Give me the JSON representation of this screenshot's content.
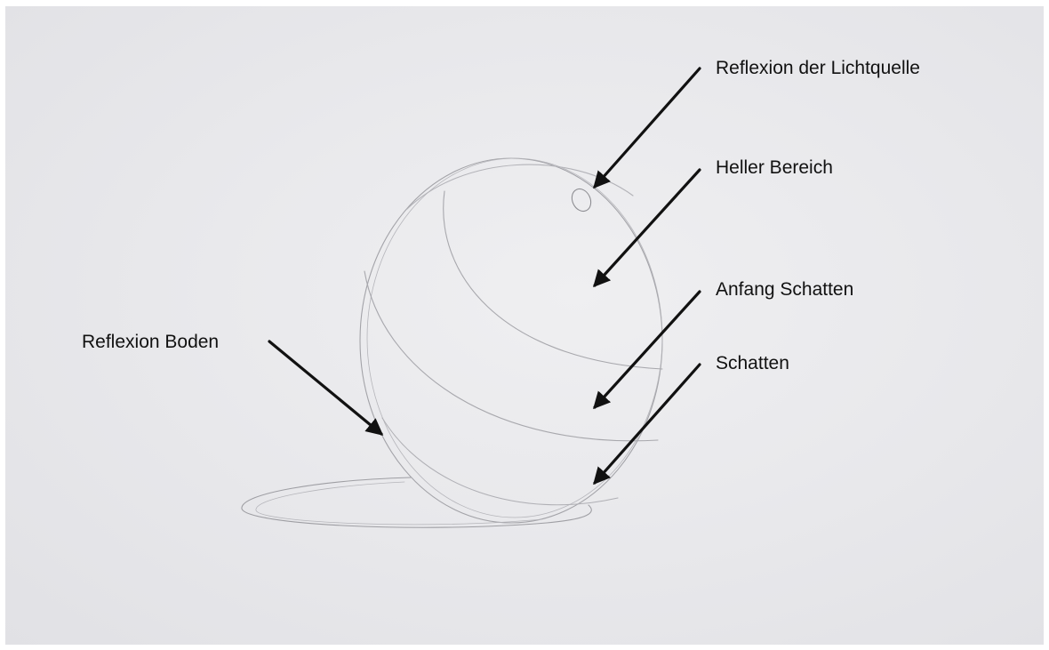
{
  "labels": {
    "light_source_reflection": "Reflexion der Lichtquelle",
    "bright_area": "Heller Bereich",
    "shadow_start": "Anfang Schatten",
    "shadow": "Schatten",
    "floor_reflection": "Reflexion Boden"
  },
  "colors": {
    "paper": "#e9e9ec",
    "pencil": "#a3a3a8",
    "arrow": "#111111",
    "text": "#111111"
  }
}
